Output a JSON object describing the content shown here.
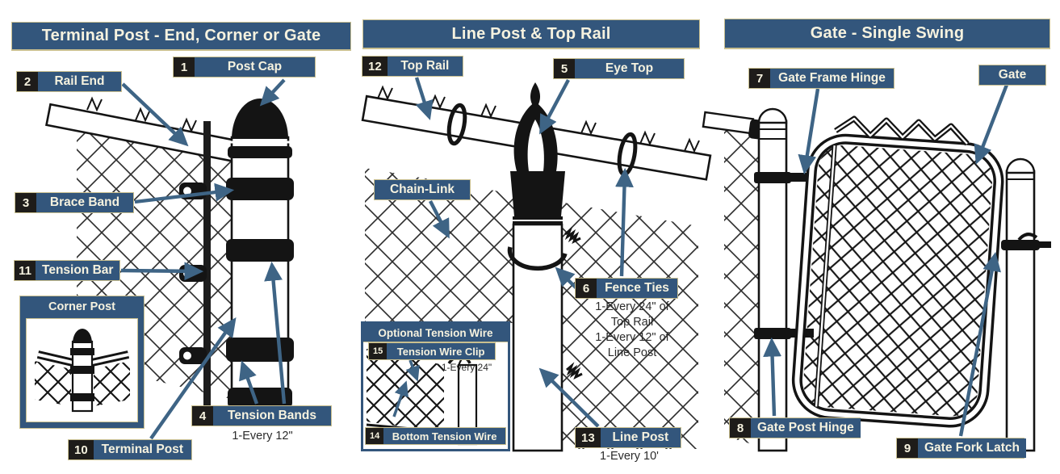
{
  "colors": {
    "header_bg": "#33567C",
    "label_bg": "#33567C",
    "badge_bg": "#1E1C1A",
    "label_text": "#F6F2DF",
    "accent_border": "#C9BF8F",
    "arrow": "#3E6485",
    "line_art": "#141414",
    "note_text": "#2B2B2B",
    "background": "#FFFFFF"
  },
  "panels": [
    {
      "title": "Terminal Post - End, Corner or Gate",
      "labels": {
        "post_cap": {
          "num": "1",
          "text": "Post Cap"
        },
        "rail_end": {
          "num": "2",
          "text": "Rail End"
        },
        "brace_band": {
          "num": "3",
          "text": "Brace Band"
        },
        "tension_bar": {
          "num": "11",
          "text": "Tension Bar"
        },
        "tension_bands": {
          "num": "4",
          "text": "Tension Bands",
          "note": "1-Every 12\""
        },
        "terminal_post": {
          "num": "10",
          "text": "Terminal Post"
        }
      },
      "inset": {
        "title": "Corner Post"
      }
    },
    {
      "title": "Line Post & Top Rail",
      "labels": {
        "top_rail": {
          "num": "12",
          "text": "Top Rail"
        },
        "eye_top": {
          "num": "5",
          "text": "Eye Top"
        },
        "chain_link": {
          "text": "Chain-Link"
        },
        "fence_ties": {
          "num": "6",
          "text": "Fence Ties",
          "note": "1-Every 24\" of\nTop Rail\n1-Every 12\" of\nLine Post"
        },
        "line_post": {
          "num": "13",
          "text": "Line Post",
          "note": "1-Every 10'"
        }
      },
      "inset": {
        "title": "Optional Tension Wire",
        "labels": {
          "tension_wire_clip": {
            "num": "15",
            "text": "Tension Wire Clip",
            "note": "1-Every 24\""
          },
          "bottom_tension_wire": {
            "num": "14",
            "text": "Bottom Tension Wire"
          }
        }
      }
    },
    {
      "title": "Gate - Single Swing",
      "labels": {
        "gate_frame_hinge": {
          "num": "7",
          "text": "Gate Frame Hinge"
        },
        "gate": {
          "text": "Gate"
        },
        "gate_post_hinge": {
          "num": "8",
          "text": "Gate Post Hinge"
        },
        "gate_fork_latch": {
          "num": "9",
          "text": "Gate Fork Latch"
        }
      }
    }
  ]
}
